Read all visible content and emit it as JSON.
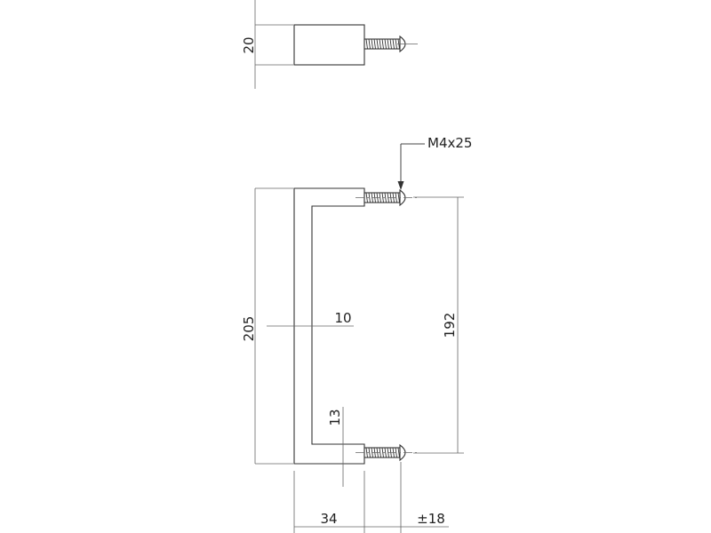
{
  "dimensions": {
    "top_height": "20",
    "callout": "M4x25",
    "total_height": "205",
    "thickness": "10",
    "hole_spacing": "192",
    "bottom_thickness": "13",
    "depth": "34",
    "screw_tolerance": "±18"
  }
}
